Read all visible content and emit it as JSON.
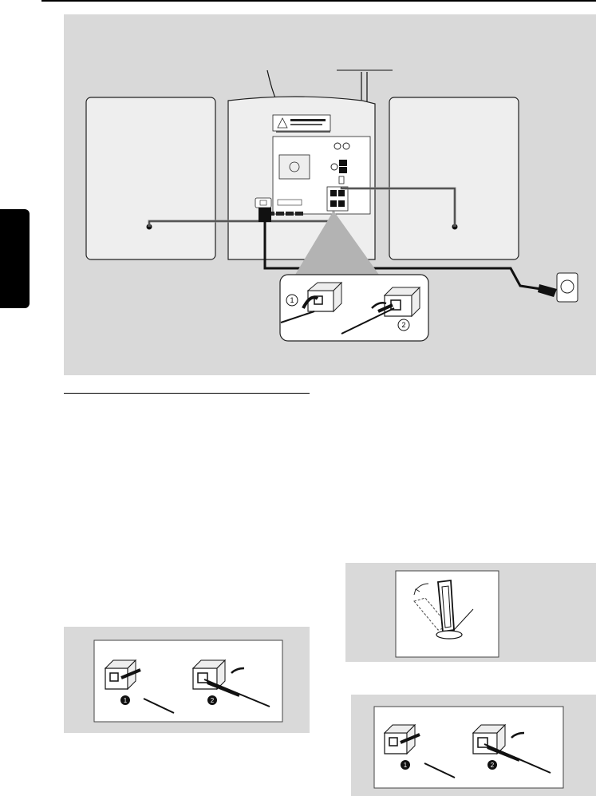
{
  "page": {
    "colors": {
      "figure_bg": "#d9d9d9",
      "ink": "#111111",
      "speaker_fill": "#eeeeee",
      "white": "#ffffff"
    }
  },
  "main_figure": {
    "step_numbers": [
      "1",
      "2"
    ],
    "icons": [
      "speaker-left",
      "speaker-right",
      "main-unit-rear-panel",
      "speaker-terminal-clip",
      "wall-socket",
      "power-plug",
      "warning-label"
    ]
  },
  "terminal_figures": {
    "step_numbers": [
      "1",
      "2"
    ]
  },
  "antenna_figure": {
    "icons": [
      "am-loop-antenna",
      "rotate-arrow"
    ]
  }
}
